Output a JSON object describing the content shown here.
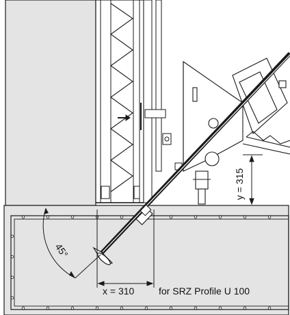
{
  "dimensions": {
    "y_label": "y = 315",
    "x_label": "x = 310",
    "angle_label": "45°"
  },
  "caption": "for SRZ Profile U 100",
  "colors": {
    "wall": "#e4e4e4",
    "slab": "#e4e4e4",
    "line": "#1a1a1a"
  }
}
